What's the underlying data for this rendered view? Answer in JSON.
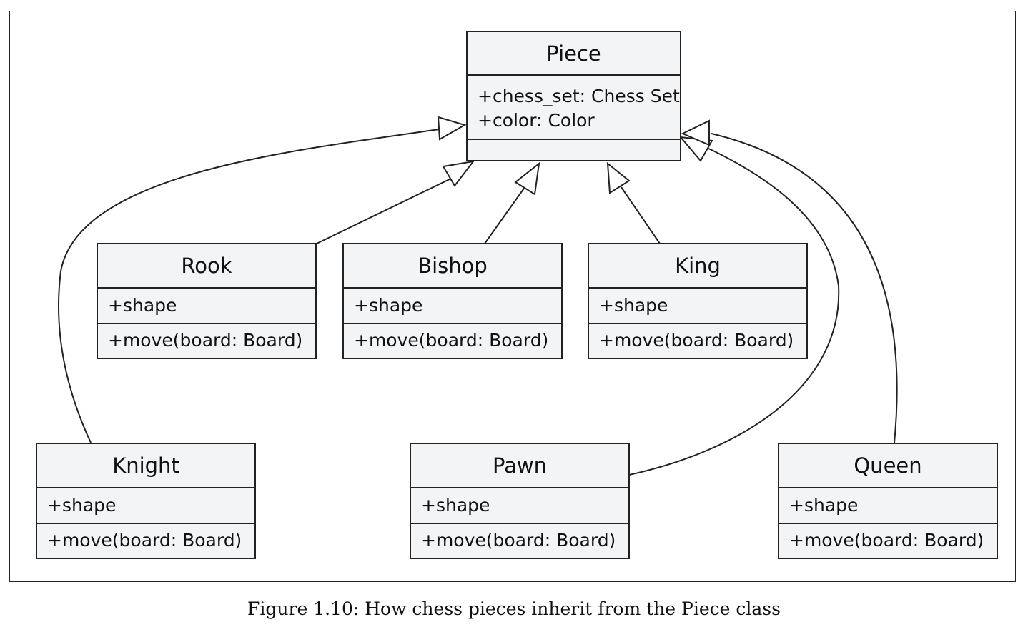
{
  "diagram": {
    "classes": [
      {
        "id": "piece",
        "name": "Piece",
        "attributes": [
          "+chess_set: Chess Set",
          "+color: Color"
        ],
        "operations": []
      },
      {
        "id": "rook",
        "name": "Rook",
        "attributes": [
          "+shape"
        ],
        "operations": [
          "+move(board: Board)"
        ]
      },
      {
        "id": "bishop",
        "name": "Bishop",
        "attributes": [
          "+shape"
        ],
        "operations": [
          "+move(board: Board)"
        ]
      },
      {
        "id": "king",
        "name": "King",
        "attributes": [
          "+shape"
        ],
        "operations": [
          "+move(board: Board)"
        ]
      },
      {
        "id": "knight",
        "name": "Knight",
        "attributes": [
          "+shape"
        ],
        "operations": [
          "+move(board: Board)"
        ]
      },
      {
        "id": "pawn",
        "name": "Pawn",
        "attributes": [
          "+shape"
        ],
        "operations": [
          "+move(board: Board)"
        ]
      },
      {
        "id": "queen",
        "name": "Queen",
        "attributes": [
          "+shape"
        ],
        "operations": [
          "+move(board: Board)"
        ]
      }
    ],
    "relations": [
      {
        "type": "inheritance",
        "from": "rook",
        "to": "piece"
      },
      {
        "type": "inheritance",
        "from": "bishop",
        "to": "piece"
      },
      {
        "type": "inheritance",
        "from": "king",
        "to": "piece"
      },
      {
        "type": "inheritance",
        "from": "knight",
        "to": "piece"
      },
      {
        "type": "inheritance",
        "from": "pawn",
        "to": "piece"
      },
      {
        "type": "inheritance",
        "from": "queen",
        "to": "piece"
      }
    ]
  },
  "caption": "Figure 1.10: How chess pieces inherit from the Piece class"
}
